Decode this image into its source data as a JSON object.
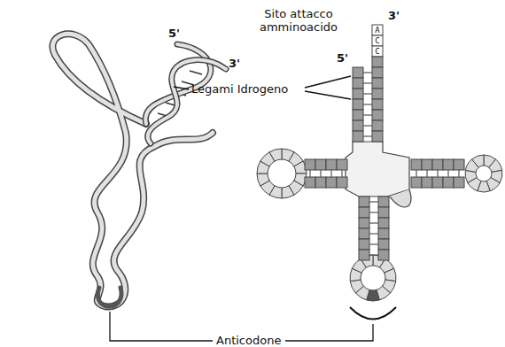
{
  "diagram": {
    "labels": [
      "5'",
      "3'",
      "Sito attacco amminoacido",
      "3'",
      "5'",
      "A",
      "C",
      "C",
      "Legami Idrogeno",
      "Anticodone"
    ]
  }
}
